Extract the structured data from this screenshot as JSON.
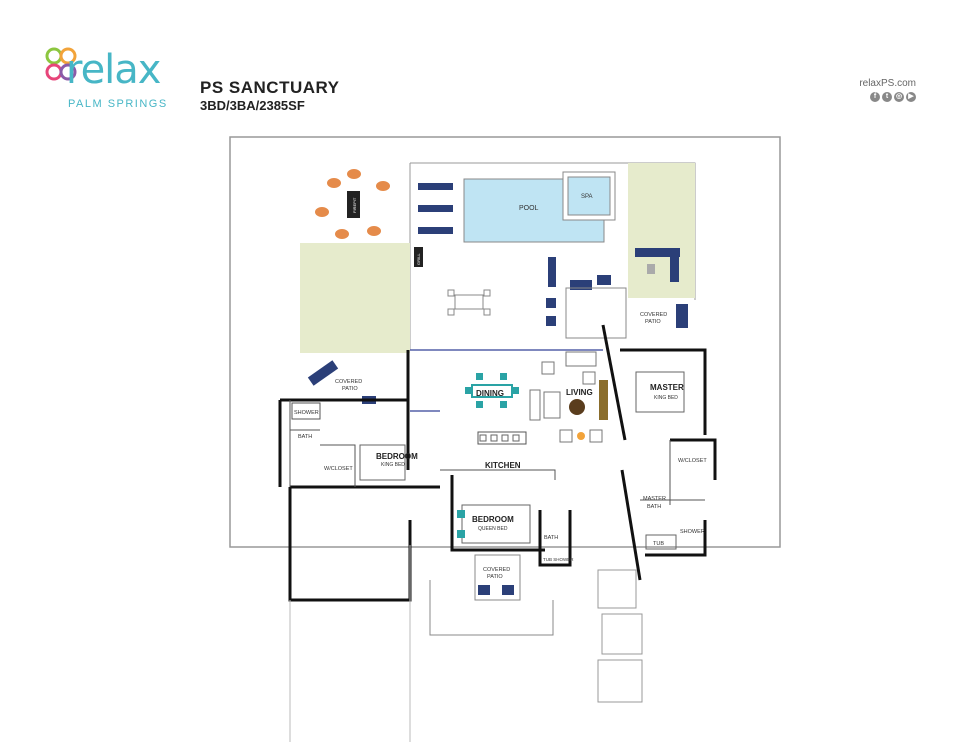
{
  "brand": {
    "name": "relax",
    "tagline": "PALM SPRINGS",
    "website": "relaxPS.com",
    "social_icons": [
      "facebook-icon",
      "twitter-icon",
      "instagram-icon",
      "youtube-icon"
    ],
    "colors": {
      "teal": "#47b6c6",
      "orange": "#f2a33a",
      "green": "#8cc63f",
      "pink": "#e7457a",
      "purple": "#8b5aa8"
    }
  },
  "property": {
    "name": "PS SANCTUARY",
    "specs": "3BD/3BA/2385SF"
  },
  "rooms": {
    "pool": "POOL",
    "spa": "SPA",
    "firepit": "FIREPIT",
    "grill": "GRILL",
    "covered_patio_east": [
      "COVERED",
      "PATIO"
    ],
    "covered_patio_west": [
      "COVERED",
      "PATIO"
    ],
    "covered_patio_south": [
      "COVERED",
      "PATIO"
    ],
    "dining": "DINING",
    "living": "LIVING",
    "kitchen": "KITCHEN",
    "master": "MASTER",
    "master_bed": "KING BED",
    "master_closet": "W/CLOSET",
    "master_bath": [
      "MASTER",
      "BATH"
    ],
    "master_tub": "TUB",
    "master_shower": "SHOWER",
    "bedroom1": "BEDROOM",
    "bedroom1_bed": "KING BED",
    "bedroom1_closet": "W/CLOSET",
    "bath1": "BATH",
    "shower1": "SHOWER",
    "bedroom2": "BEDROOM",
    "bedroom2_bed": "QUEEN BED",
    "bath2": "BATH",
    "tub_shower": "TUB SHOWER"
  }
}
